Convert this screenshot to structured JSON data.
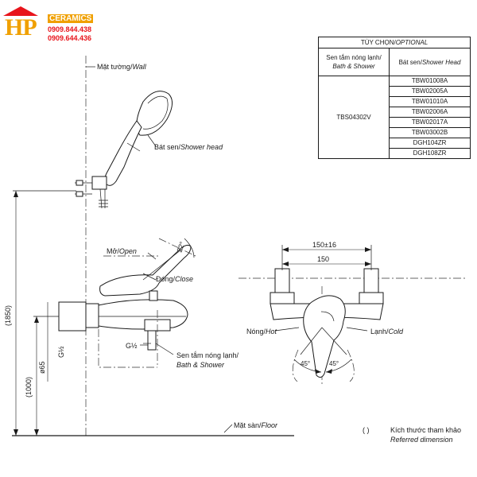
{
  "logo": {
    "brand": "HP",
    "word": "CERAMICS",
    "phone_1": "0909.844.438",
    "phone_2": "0909.644.436"
  },
  "options_table": {
    "title_vn": "TÙY CHỌN/",
    "title_en": "OPTIONAL",
    "col1_vn": "Sen tắm nóng lạnh/",
    "col1_en": "Bath & Shower",
    "col2_vn": "Bát sen/",
    "col2_en": "Shower Head",
    "model": "TBS04302V",
    "heads": [
      "TBW01008A",
      "TBW02005A",
      "TBW01010A",
      "TBW02006A",
      "TBW02017A",
      "TBW03002B",
      "DGH104ZR",
      "DGH108ZR"
    ]
  },
  "labels": {
    "wall_vn": "Mặt tường/",
    "wall_en": "Wall",
    "shower_head_vn": "Bát sen/",
    "shower_head_en": "Shower head",
    "open_vn": "Mở/",
    "open_en": "Open",
    "close_vn": "Đóng/",
    "close_en": "Close",
    "angle_22": "22°",
    "g_half_1": "G½",
    "g_half_2": "G½",
    "phi65": "ø65",
    "bath_shower_vn": "Sen tắm nóng lạnh/",
    "bath_shower_en": "Bath & Shower",
    "floor_vn": "Mặt sàn/",
    "floor_en": "Floor",
    "dim_1850": "(1850)",
    "dim_1000": "(1000)",
    "dim_150_16": "150±16",
    "dim_150": "150",
    "hot_vn": "Nóng/",
    "hot_en": "Hot",
    "cold_vn": "Lạnh/",
    "cold_en": "Cold",
    "angle_45_left": "45°",
    "angle_45_right": "45°",
    "legend_paren": "(        )",
    "legend_vn": "Kích thước tham khảo",
    "legend_en": "Referred dimension"
  }
}
